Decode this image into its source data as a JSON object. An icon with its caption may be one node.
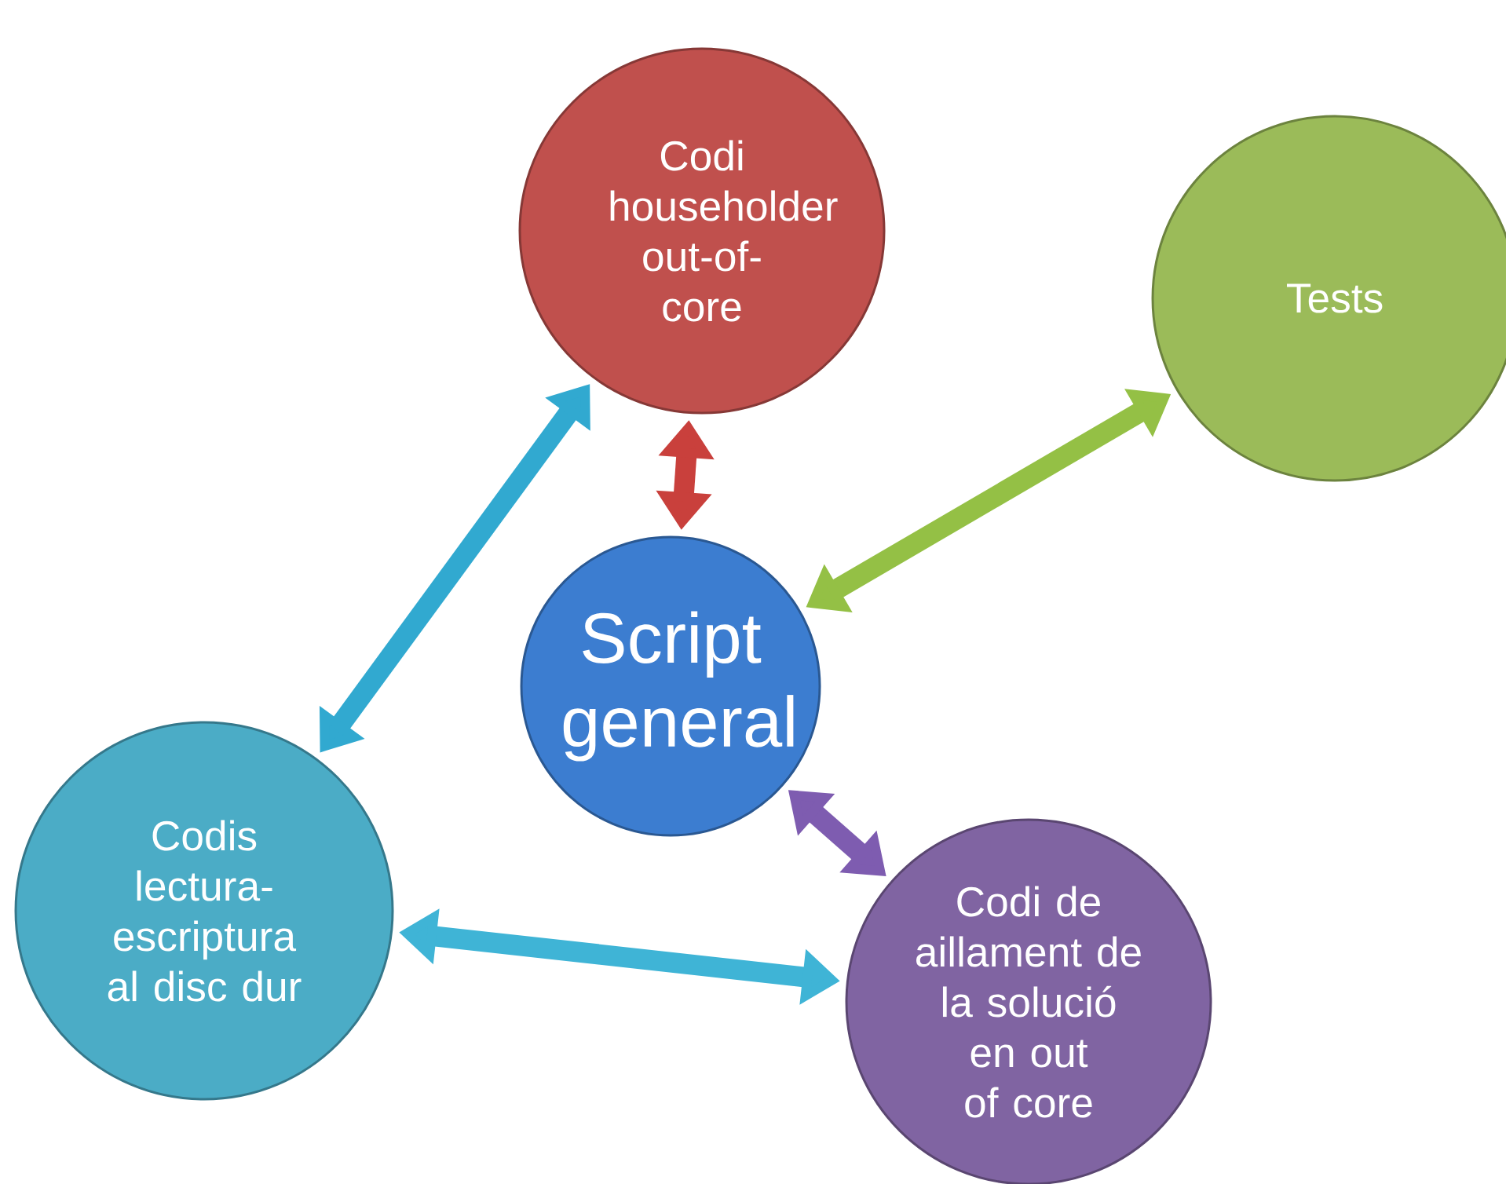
{
  "diagram": {
    "nodes": [
      {
        "text": [
          "Codi householder out-of-core"
        ]
      },
      {
        "text": [
          "Tests"
        ]
      },
      {
        "text": [
          "Script general"
        ]
      },
      {
        "text": [
          "Codis lectura-escriptura al disc dur"
        ]
      },
      {
        "text": [
          "Codi de aillament de la solució en out of core"
        ]
      }
    ],
    "edges": [
      {
        "from": 3,
        "to": 0,
        "arrow": "both",
        "color": "#31a9d0"
      },
      {
        "from": 0,
        "to": 2,
        "arrow": "both",
        "color": "#c9403c"
      },
      {
        "from": 2,
        "to": 1,
        "arrow": "both",
        "color": "#94c045"
      },
      {
        "from": 2,
        "to": 4,
        "arrow": "both",
        "color": "#7e5cb0"
      },
      {
        "from": 3,
        "to": 4,
        "arrow": "both",
        "color": "#3fb4d6"
      }
    ]
  }
}
